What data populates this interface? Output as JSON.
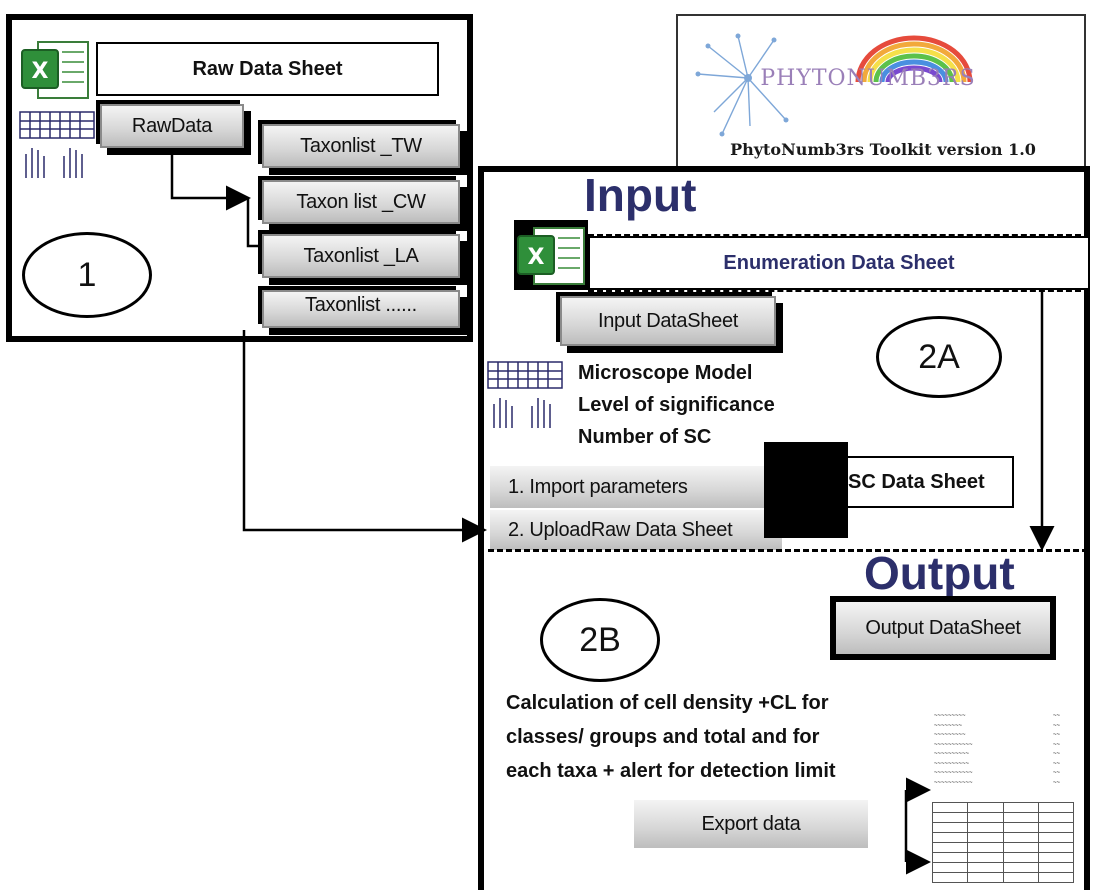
{
  "raw_section": {
    "title": "Raw Data Sheet",
    "rawdata_button": "RawData",
    "taxonlists": [
      "Taxonlist _TW",
      "Taxon list _CW",
      "Taxonlist _LA",
      "Taxonlist ......"
    ],
    "step_label": "1"
  },
  "logo": {
    "name": "PHYTONUMB3RS",
    "caption": "PhytoNumb3rs Toolkit version 1.0"
  },
  "input_section": {
    "heading": "Input",
    "enumeration_title": "Enumeration Data Sheet",
    "input_datasheet_button": "Input DataSheet",
    "step_label": "2A",
    "params": [
      "Microscope Model",
      "Level of significance",
      "Number of SC"
    ],
    "import_button": "1. Import parameters",
    "upload_button": "2. UploadRaw Data Sheet",
    "sc_data_sheet": "SC Data Sheet"
  },
  "output_section": {
    "heading": "Output",
    "output_datasheet_button": "Output DataSheet",
    "step_label": "2B",
    "description": "Calculation of cell density +CL for classes/ groups and total and for each taxa + alert for detection limit",
    "export_button": "Export data"
  }
}
